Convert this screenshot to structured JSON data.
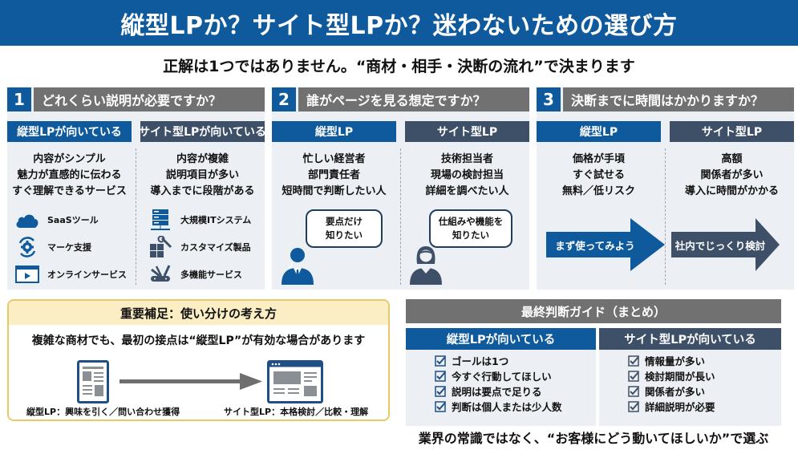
{
  "title": "縦型LPか？サイト型LPか？迷わないための選び方",
  "subtitle": "正解は1つではありません。“商材・相手・決断の流れ”で決まります",
  "colors": {
    "brand_blue": "#0f5a9c",
    "slate": "#3e5068",
    "gray_header": "#717171",
    "panel_bg": "#eceff3",
    "note_border": "#e8c96a",
    "note_header_bg": "#fbeec5"
  },
  "sections": [
    {
      "number": "1",
      "question": "どれくらい説明が必要ですか？",
      "left_head": "縦型LPが向いている",
      "right_head": "サイト型LPが向いている",
      "left_lines": [
        "内容がシンプル",
        "魅力が直感的に伝わる",
        "すぐ理解できるサービス"
      ],
      "right_lines": [
        "内容が複雑",
        "説明項目が多い",
        "導入までに段階がある"
      ],
      "left_icons": [
        {
          "icon": "cloud-icon",
          "label": "SaaSツール"
        },
        {
          "icon": "gear-cycle-icon",
          "label": "マーケ支援"
        },
        {
          "icon": "video-window-icon",
          "label": "オンラインサービス"
        }
      ],
      "right_icons": [
        {
          "icon": "server-icon",
          "label": "大規模ITシステム"
        },
        {
          "icon": "puzzle-wrench-icon",
          "label": "カスタマイズ製品"
        },
        {
          "icon": "multi-tool-icon",
          "label": "多機能サービス"
        }
      ]
    },
    {
      "number": "2",
      "question": "誰がページを見る想定ですか？",
      "left_head": "縦型LP",
      "right_head": "サイト型LP",
      "left_lines": [
        "忙しい経営者",
        "部門責任者",
        "短時間で判断したい人"
      ],
      "right_lines": [
        "技術担当者",
        "現場の検討担当",
        "詳細を調べたい人"
      ],
      "left_bubble": [
        "要点だけ",
        "知りたい"
      ],
      "right_bubble": [
        "仕組みや機能を",
        "知りたい"
      ]
    },
    {
      "number": "3",
      "question": "決断までに時間はかかりますか？",
      "left_head": "縦型LP",
      "right_head": "サイト型LP",
      "left_lines": [
        "価格が手頃",
        "すぐ試せる",
        "無料／低リスク"
      ],
      "right_lines": [
        "高額",
        "関係者が多い",
        "導入に時間がかかる"
      ],
      "left_arrow": "まず使ってみよう",
      "right_arrow": "社内でじっくり検討"
    }
  ],
  "note": {
    "heading": "重要補足：使い分けの考え方",
    "lead": "複雑な商材でも、最初の接点は“縦型LP”が有効な場合があります",
    "left_caption": "縦型LP：興味を引く／問い合わせ獲得",
    "right_caption": "サイト型LP：本格検討／比較・理解"
  },
  "guide": {
    "heading": "最終判断ガイド（まとめ）",
    "left_head": "縦型LPが向いている",
    "right_head": "サイト型LPが向いている",
    "left_items": [
      "ゴールは1つ",
      "今すぐ行動してほしい",
      "説明は要点で足りる",
      "判断は個人または少人数"
    ],
    "right_items": [
      "情報量が多い",
      "検討期間が長い",
      "関係者が多い",
      "詳細説明が必要"
    ]
  },
  "footer": "業界の常識ではなく、“お客様にどう動いてほしいか”で選ぶ"
}
